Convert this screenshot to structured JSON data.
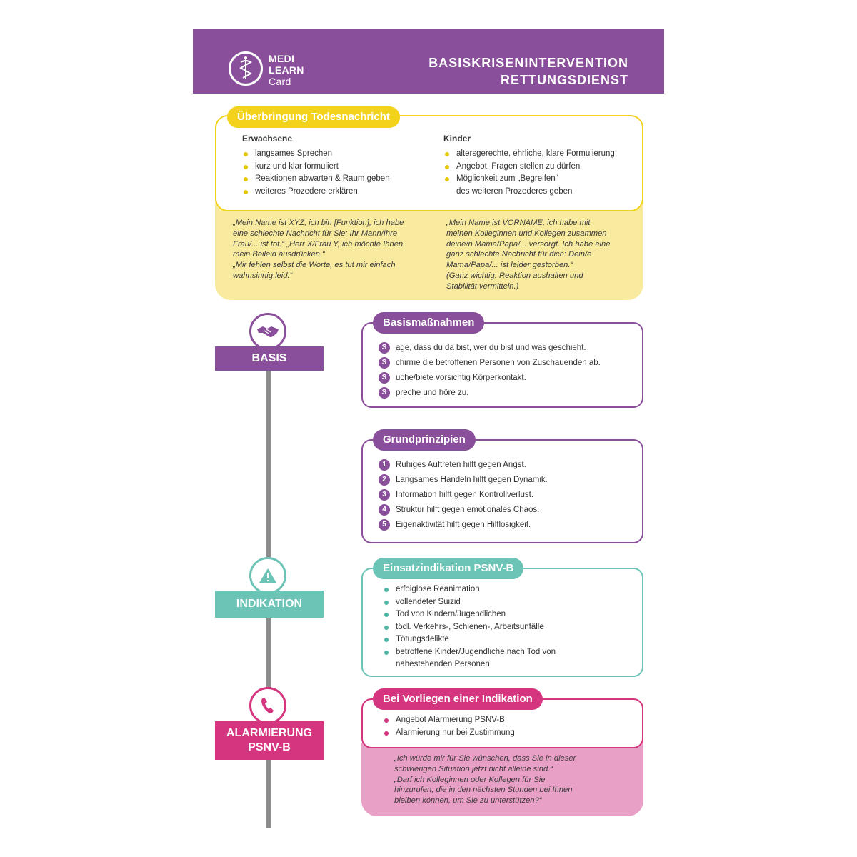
{
  "header": {
    "logo_line1": "MEDI",
    "logo_line2": "LEARN",
    "logo_line3": "Card",
    "title_line1": "BASISKRISENINTERVENTION",
    "title_line2": "RETTUNGSDIENST"
  },
  "todesnachricht": {
    "title": "Überbringung Todesnachricht",
    "adults_heading": "Erwachsene",
    "adults_items": [
      "langsames Sprechen",
      "kurz und klar formuliert",
      "Reaktionen abwarten & Raum geben",
      "weiteres Prozedere erklären"
    ],
    "kids_heading": "Kinder",
    "kids_items": [
      "altersgerechte, ehrliche, klare Formulierung",
      "Angebot, Fragen stellen zu dürfen",
      "Möglichkeit zum „Begreifen“"
    ],
    "kids_item3_line2": "des weiteren Prozederes geben",
    "quote_adults": [
      "„Mein Name ist XYZ, ich bin [Funktion], ich habe",
      "eine schlechte Nachricht für Sie: Ihr Mann/Ihre",
      "Frau/... ist tot.“ „Herr X/Frau Y, ich möchte Ihnen",
      "mein Beileid ausdrücken.“",
      "„Mir fehlen selbst die Worte, es tut mir einfach",
      "wahnsinnig leid.“"
    ],
    "quote_kids": [
      "„Mein Name ist VORNAME, ich habe mit",
      "meinen Kolleginnen und Kollegen zusammen",
      "deine/n  Mama/Papa/... versorgt. Ich habe eine",
      "ganz schlechte Nachricht für dich: Dein/e",
      "Mama/Papa/... ist leider gestorben.“",
      "(Ganz wichtig: Reaktion aushalten und",
      "Stabilität vermitteln.)"
    ]
  },
  "timeline": {
    "basis_label": "BASIS",
    "indikation_label": "INDIKATION",
    "alarm_label_line1": "ALARMIERUNG",
    "alarm_label_line2": "PSNV-B"
  },
  "basis": {
    "title": "Basismaßnahmen",
    "badge": "S",
    "items": [
      "age, dass du da bist, wer du bist und was geschieht.",
      "chirme die betroffenen Personen von Zuschauenden ab.",
      "uche/biete vorsichtig Körperkontakt.",
      "preche und höre zu."
    ]
  },
  "grundprinzipien": {
    "title": "Grundprinzipien",
    "items": [
      {
        "num": "1",
        "text": "Ruhiges Auftreten hilft gegen Angst."
      },
      {
        "num": "2",
        "text": "Langsames Handeln hilft gegen Dynamik."
      },
      {
        "num": "3",
        "text": "Information hilft gegen Kontrollverlust."
      },
      {
        "num": "4",
        "text": "Struktur hilft gegen emotionales Chaos."
      },
      {
        "num": "5",
        "text": "Eigenaktivität hilft gegen Hilflosigkeit."
      }
    ]
  },
  "indikation": {
    "title": "Einsatzindikation PSNV-B",
    "items": [
      "erfolglose Reanimation",
      "vollendeter Suizid",
      "Tod von Kindern/Jugendlichen",
      "tödl. Verkehrs-, Schienen-, Arbeitsunfälle",
      "Tötungsdelikte",
      "betroffene Kinder/Jugendliche nach Tod von"
    ],
    "item6_line2": "nahestehenden Personen"
  },
  "alarm": {
    "title": "Bei Vorliegen einer Indikation",
    "items": [
      "Angebot Alarmierung PSNV-B",
      "Alarmierung nur bei Zustimmung"
    ],
    "quote": [
      "„Ich würde mir für Sie wünschen, dass Sie in dieser",
      "schwierigen Situation jetzt nicht alleine sind.“",
      "„Darf ich Kolleginnen oder Kollegen für Sie",
      "hinzurufen, die in den nächsten Stunden bei Ihnen",
      "bleiben können, um Sie zu unterstützen?“"
    ]
  },
  "colors": {
    "purple": "#8a4f9a",
    "yellow": "#f2d21b",
    "yellow_fill": "#f8eba0",
    "teal": "#6cc4b6",
    "pink": "#d5357e",
    "pink_fill": "#e9a0c6",
    "line_gray": "#8d8d8d"
  }
}
